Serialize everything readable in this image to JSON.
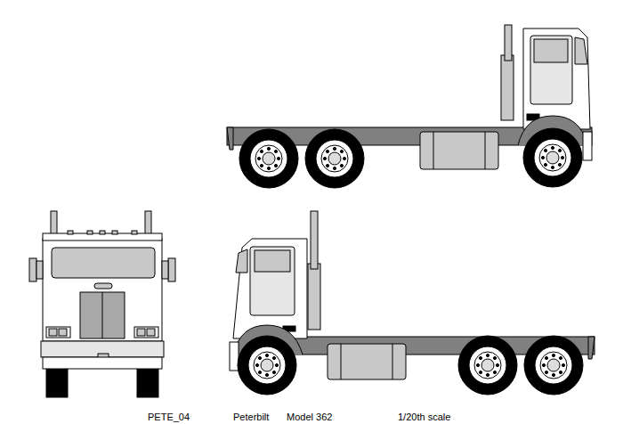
{
  "diagram": {
    "labels": [
      "PETE_04",
      "Peterbilt",
      "Model 362",
      "1/20th scale"
    ]
  }
}
